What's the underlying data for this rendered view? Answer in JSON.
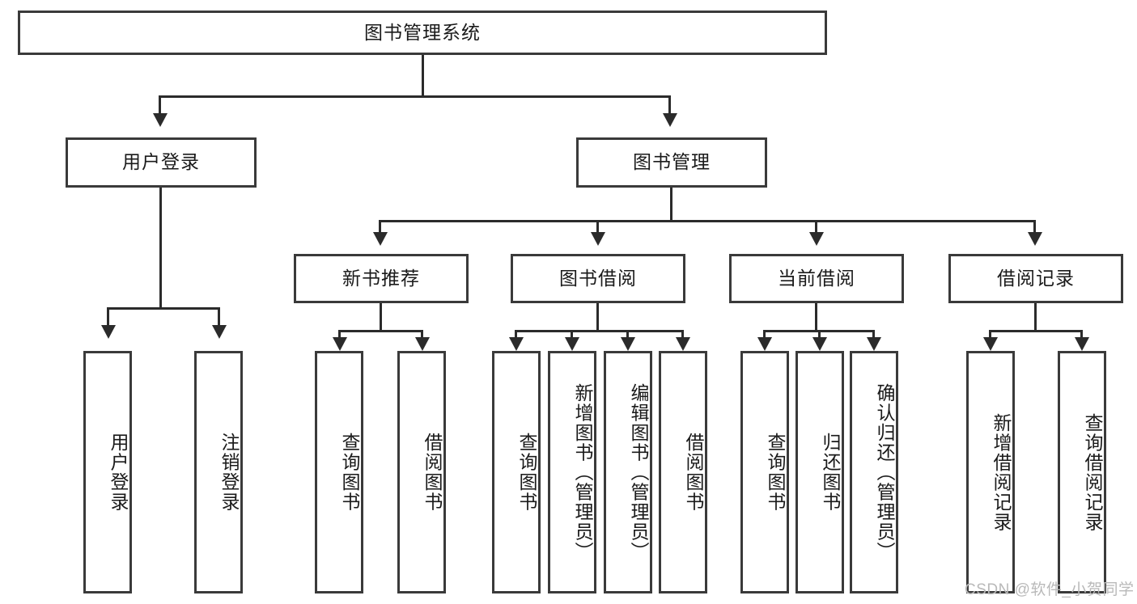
{
  "diagram": {
    "type": "tree",
    "title": "图书管理系统",
    "root": {
      "label": "图书管理系统"
    },
    "level2": [
      {
        "label": "用户登录"
      },
      {
        "label": "图书管理"
      }
    ],
    "level3": [
      {
        "label": "新书推荐"
      },
      {
        "label": "图书借阅"
      },
      {
        "label": "当前借阅"
      },
      {
        "label": "借阅记录"
      }
    ],
    "leaves": {
      "user_login": [
        {
          "label": "用户登录"
        },
        {
          "label": "注销登录"
        }
      ],
      "new_book_recommend": [
        {
          "label": "查询图书"
        },
        {
          "label": "借阅图书"
        }
      ],
      "book_borrow": [
        {
          "label": "查询图书"
        },
        {
          "label": "新增图书（管理员）"
        },
        {
          "label": "编辑图书（管理员）"
        },
        {
          "label": "借阅图书"
        }
      ],
      "current_borrow": [
        {
          "label": "查询图书"
        },
        {
          "label": "归还图书"
        },
        {
          "label": "确认归还（管理员）"
        }
      ],
      "borrow_record": [
        {
          "label": "新增借阅记录"
        },
        {
          "label": "查询借阅记录"
        }
      ]
    }
  },
  "watermark": {
    "text": "CSDN @软件_小贺同学"
  },
  "colors": {
    "box_border": "#3a3a3a",
    "connector": "#2b2b2b",
    "background": "#ffffff",
    "text": "#1a1a1a",
    "watermark": "#b9b9b9"
  }
}
